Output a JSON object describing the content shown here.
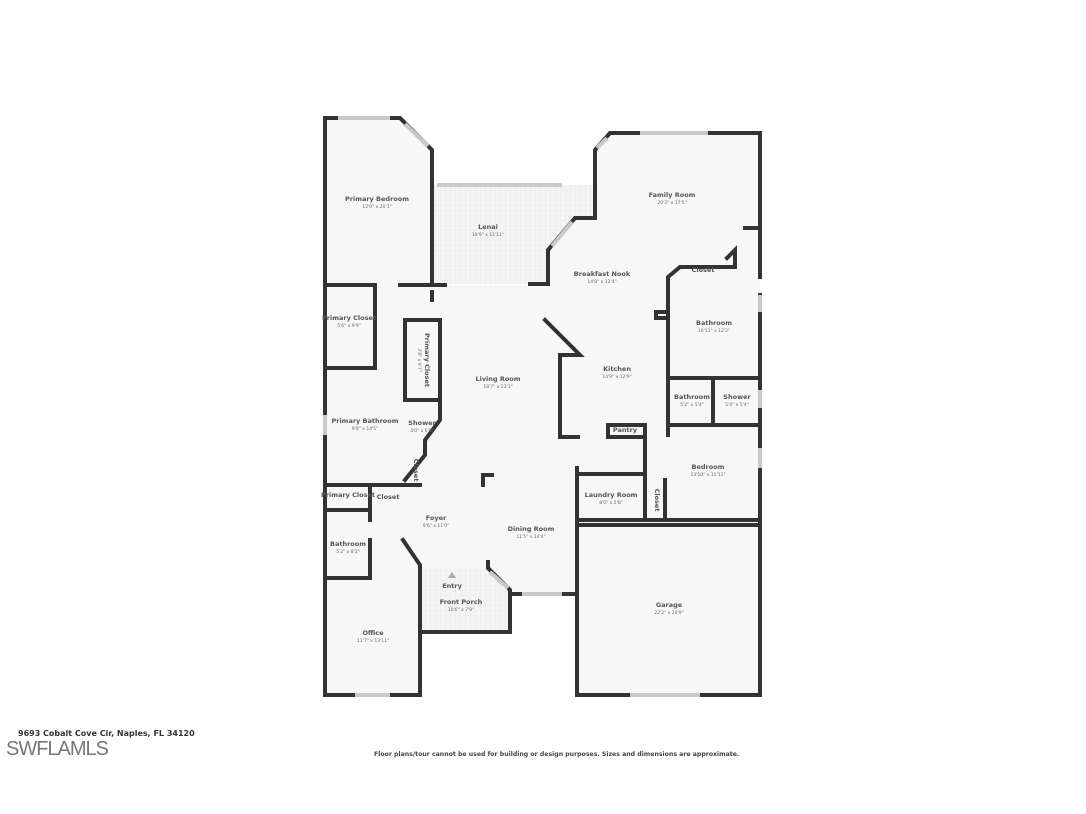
{
  "address": "9693 Cobalt Cove Cir, Naples, FL 34120",
  "logo": "SWFLAMLS",
  "disclaimer": "Floor plans/tour cannot be used for building or design purposes. Sizes and dimensions are approximate.",
  "colors": {
    "wall": "#333333",
    "floor": "#f7f7f7",
    "window": "#c9c9c9"
  },
  "rooms": [
    {
      "name": "Primary Bedroom",
      "dim": "12'9\" x 20'1\""
    },
    {
      "name": "Lenai",
      "dim": "19'9\" x 11'11\""
    },
    {
      "name": "Family Room",
      "dim": "20'3\" x 17'5\""
    },
    {
      "name": "Breakfast Nook",
      "dim": "14'8\" x 12'4\""
    },
    {
      "name": "Closet",
      "dim": ""
    },
    {
      "name": "Primary Closet",
      "dim": "5'6\" x 9'9\""
    },
    {
      "name": "Primary Closet",
      "dim": "3'8\" x 9'7\""
    },
    {
      "name": "Bathroom",
      "dim": "10'11\" x 12'2\""
    },
    {
      "name": "Kitchen",
      "dim": "14'9\" x 12'9\""
    },
    {
      "name": "Living Room",
      "dim": "18'7\" x 23'3\""
    },
    {
      "name": "Bathroom",
      "dim": "5'2\" x 5'4\""
    },
    {
      "name": "Shower",
      "dim": "5'4\" x 5'4\""
    },
    {
      "name": "Primary Bathroom",
      "dim": "9'8\" x 14'5\""
    },
    {
      "name": "Shower",
      "dim": "4'0\" x 6'0\""
    },
    {
      "name": "Pantry",
      "dim": ""
    },
    {
      "name": "Closet",
      "dim": ""
    },
    {
      "name": "Bedroom",
      "dim": "13'10\" x 11'11\""
    },
    {
      "name": "Primary Closet",
      "dim": ""
    },
    {
      "name": "Closet",
      "dim": ""
    },
    {
      "name": "Laundry Room",
      "dim": "8'0\" x 5'8\""
    },
    {
      "name": "Closet",
      "dim": ""
    },
    {
      "name": "Foyer",
      "dim": "9'6\" x 11'0\""
    },
    {
      "name": "Dining Room",
      "dim": "11'5\" x 14'4\""
    },
    {
      "name": "Bathroom",
      "dim": "5'2\" x 8'2\""
    },
    {
      "name": "Entry",
      "dim": ""
    },
    {
      "name": "Front Porch",
      "dim": "10'6\" x 7'9\""
    },
    {
      "name": "Garage",
      "dim": "22'2\" x 20'9\""
    },
    {
      "name": "Office",
      "dim": "11'7\" x 13'11\""
    }
  ]
}
